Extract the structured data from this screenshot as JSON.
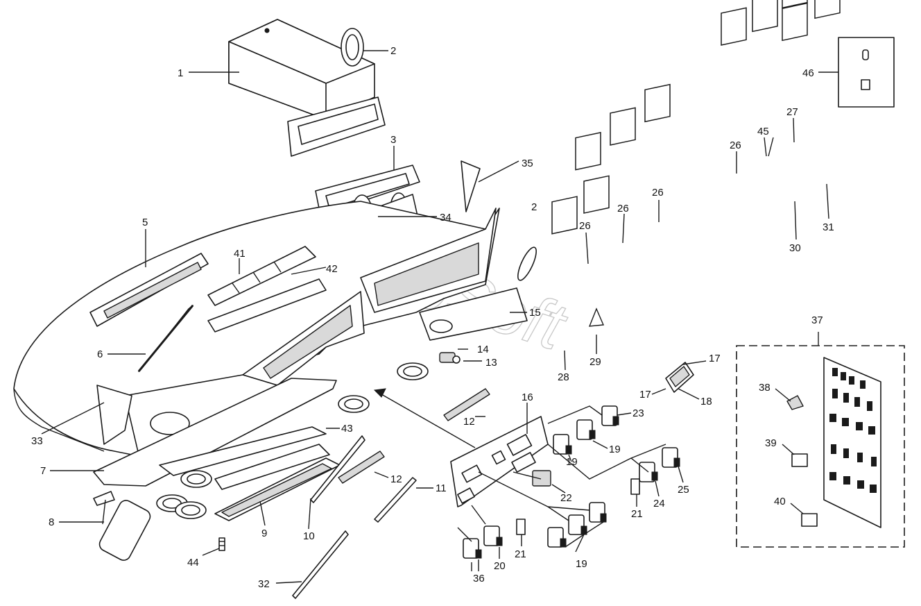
{
  "watermark": "AutoSoft",
  "callouts": [
    {
      "id": "c1",
      "text": "1"
    },
    {
      "id": "c2a",
      "text": "2"
    },
    {
      "id": "c2b",
      "text": "2"
    },
    {
      "id": "c3",
      "text": "3"
    },
    {
      "id": "c5",
      "text": "5"
    },
    {
      "id": "c6",
      "text": "6"
    },
    {
      "id": "c7",
      "text": "7"
    },
    {
      "id": "c8",
      "text": "8"
    },
    {
      "id": "c9",
      "text": "9"
    },
    {
      "id": "c10",
      "text": "10"
    },
    {
      "id": "c11",
      "text": "11"
    },
    {
      "id": "c12a",
      "text": "12"
    },
    {
      "id": "c12b",
      "text": "12"
    },
    {
      "id": "c13",
      "text": "13"
    },
    {
      "id": "c14",
      "text": "14"
    },
    {
      "id": "c15",
      "text": "15"
    },
    {
      "id": "c16",
      "text": "16"
    },
    {
      "id": "c17a",
      "text": "17"
    },
    {
      "id": "c17b",
      "text": "17"
    },
    {
      "id": "c18",
      "text": "18"
    },
    {
      "id": "c19a",
      "text": "19"
    },
    {
      "id": "c19b",
      "text": "19"
    },
    {
      "id": "c19c",
      "text": "19"
    },
    {
      "id": "c20",
      "text": "20"
    },
    {
      "id": "c21a",
      "text": "21"
    },
    {
      "id": "c21b",
      "text": "21"
    },
    {
      "id": "c22",
      "text": "22"
    },
    {
      "id": "c23",
      "text": "23"
    },
    {
      "id": "c24",
      "text": "24"
    },
    {
      "id": "c25",
      "text": "25"
    },
    {
      "id": "c26a",
      "text": "26"
    },
    {
      "id": "c26b",
      "text": "26"
    },
    {
      "id": "c26c",
      "text": "26"
    },
    {
      "id": "c26d",
      "text": "26"
    },
    {
      "id": "c27",
      "text": "27"
    },
    {
      "id": "c28",
      "text": "28"
    },
    {
      "id": "c29",
      "text": "29"
    },
    {
      "id": "c30",
      "text": "30"
    },
    {
      "id": "c31",
      "text": "31"
    },
    {
      "id": "c32",
      "text": "32"
    },
    {
      "id": "c33",
      "text": "33"
    },
    {
      "id": "c34",
      "text": "34"
    },
    {
      "id": "c35",
      "text": "35"
    },
    {
      "id": "c36",
      "text": "36"
    },
    {
      "id": "c37",
      "text": "37"
    },
    {
      "id": "c38",
      "text": "38"
    },
    {
      "id": "c39",
      "text": "39"
    },
    {
      "id": "c40",
      "text": "40"
    },
    {
      "id": "c41",
      "text": "41"
    },
    {
      "id": "c42",
      "text": "42"
    },
    {
      "id": "c43",
      "text": "43"
    },
    {
      "id": "c44",
      "text": "44"
    },
    {
      "id": "c45",
      "text": "45"
    },
    {
      "id": "c46",
      "text": "46"
    }
  ]
}
